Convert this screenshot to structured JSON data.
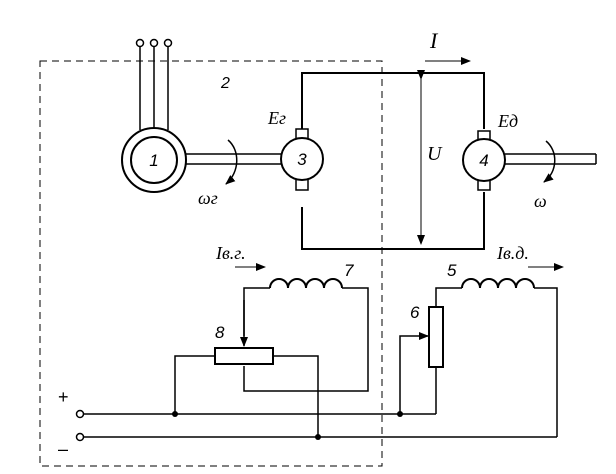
{
  "diagram": {
    "labels": {
      "current_main": "I",
      "voltage": "U",
      "emf_generator": "Eг",
      "emf_motor": "Eд",
      "omega_generator": "ωг",
      "omega_motor": "ω",
      "field_current_generator": "Iв.г.",
      "field_current_motor": "Iв.д.",
      "plus": "+",
      "minus": "–"
    },
    "components": {
      "induction_motor": "1",
      "dashed_unit": "2",
      "generator": "3",
      "dc_motor": "4",
      "motor_field_winding": "5",
      "motor_rheostat": "6",
      "generator_field_winding": "7",
      "generator_rheostat": "8"
    }
  }
}
